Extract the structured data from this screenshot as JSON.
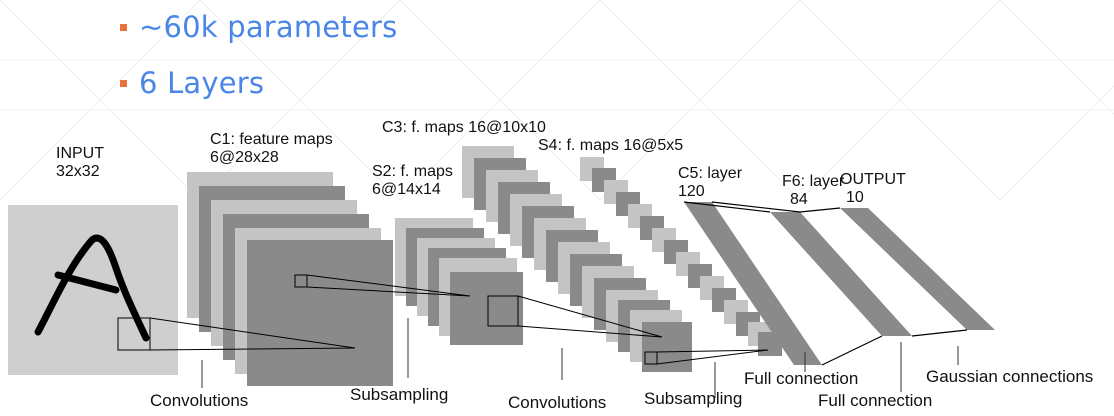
{
  "slide": {
    "bullets": [
      "~60k parameters",
      "6 Layers"
    ]
  },
  "diagram": {
    "labels": {
      "input_title": "INPUT",
      "input_size": "32x32",
      "c1_title": "C1: feature maps",
      "c1_size": "6@28x28",
      "s2_title": "S2: f. maps",
      "s2_size": "6@14x14",
      "c3_title": "C3: f. maps 16@10x10",
      "s4_title": "S4: f. maps 16@5x5",
      "c5_title": "C5: layer",
      "c5_size": "120",
      "f6_title": "F6: layer",
      "f6_size": "84",
      "out_title": "OUTPUT",
      "out_size": "10"
    },
    "bottom_labels": {
      "conv1": "Convolutions",
      "sub1": "Subsampling",
      "conv2": "Convolutions",
      "sub2": "Subsampling",
      "full1": "Full connection",
      "full2": "Full connection",
      "gauss": "Gaussian connections"
    },
    "colors": {
      "light": "#c4c4c4",
      "dark": "#8a8a8a",
      "input": "#cfcfcf",
      "glyph": "#000000"
    }
  }
}
